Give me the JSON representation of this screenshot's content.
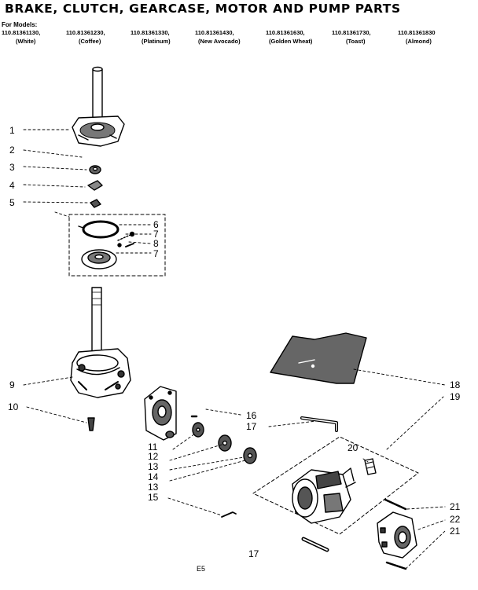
{
  "title": "BRAKE, CLUTCH, GEARCASE, MOTOR AND PUMP PARTS",
  "models_label": "For Models:",
  "models": [
    {
      "number": "110.81361130,",
      "color": "(White)"
    },
    {
      "number": "110.81361230,",
      "color": "(Coffee)"
    },
    {
      "number": "110.81361330,",
      "color": "(Platinum)"
    },
    {
      "number": "110.81361430,",
      "color": "(New Avocado)"
    },
    {
      "number": "110.81361630,",
      "color": "(Golden Wheat)"
    },
    {
      "number": "110.81361730,",
      "color": "(Toast)"
    },
    {
      "number": "110.81361830",
      "color": "(Almond)"
    }
  ],
  "callouts": {
    "c1": "1",
    "c2": "2",
    "c3": "3",
    "c4": "4",
    "c5": "5",
    "c6": "6",
    "c7a": "7",
    "c8": "8",
    "c7b": "7",
    "c9": "9",
    "c10": "10",
    "c11": "11",
    "c12": "12",
    "c13a": "13",
    "c14": "14",
    "c13b": "13",
    "c15": "15",
    "c16": "16",
    "c17a": "17",
    "c17b": "17",
    "c18": "18",
    "c19": "19",
    "c20": "20",
    "c21a": "21",
    "c22": "22",
    "c21b": "21"
  },
  "page_code": "E5"
}
